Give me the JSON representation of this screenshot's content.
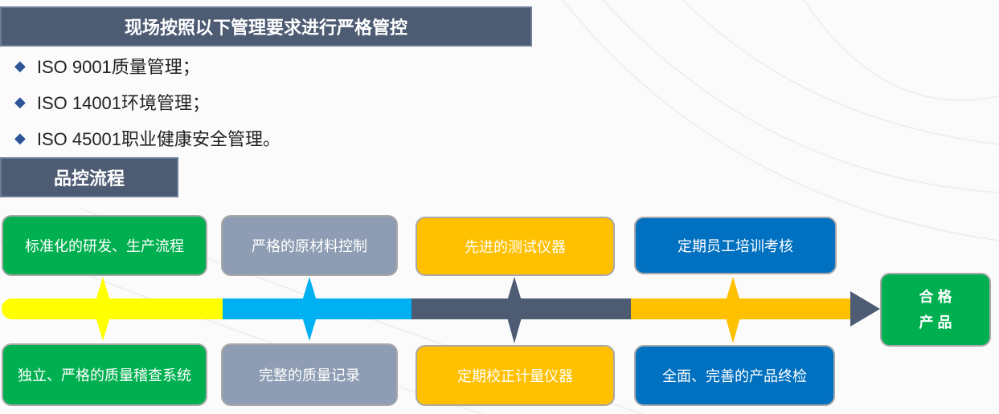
{
  "header1": "现场按照以下管理要求进行严格管控",
  "bullets": [
    "ISO 9001质量管理；",
    "ISO 14001环境管理；",
    "ISO 45001职业健康安全管理。"
  ],
  "header2": "品控流程",
  "top_boxes": [
    "标准化的研发、生产流程",
    "严格的原材料控制",
    "先进的测试仪器",
    "定期员工培训考核"
  ],
  "bottom_boxes": [
    "独立、严格的质量稽查系统",
    "完整的质量记录",
    "定期校正计量仪器",
    "全面、完善的产品终检"
  ],
  "result": {
    "line1": "合 格",
    "line2": "产 品"
  },
  "colors": {
    "green": "#00b050",
    "gray": "#8e9db3",
    "yellow": "#ffc000",
    "blue": "#0070c0",
    "lime": "#ffff00",
    "cyan": "#00b0f0",
    "slate": "#4d5b73"
  }
}
